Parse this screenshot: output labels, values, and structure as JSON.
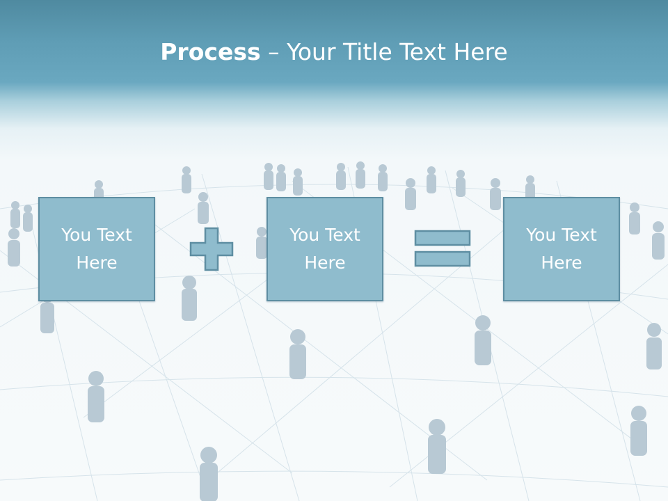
{
  "title": {
    "bold": "Process",
    "rest": " – Your Title Text Here"
  },
  "boxes": [
    {
      "text": "You Text Here"
    },
    {
      "text": "You Text Here"
    },
    {
      "text": "You Text Here"
    }
  ],
  "operators": [
    "plus",
    "equals"
  ],
  "colors": {
    "header": "#5f9db5",
    "box_fill": "#8fbccd",
    "box_border": "#5e8ea2",
    "background": "#f5f9fb"
  }
}
